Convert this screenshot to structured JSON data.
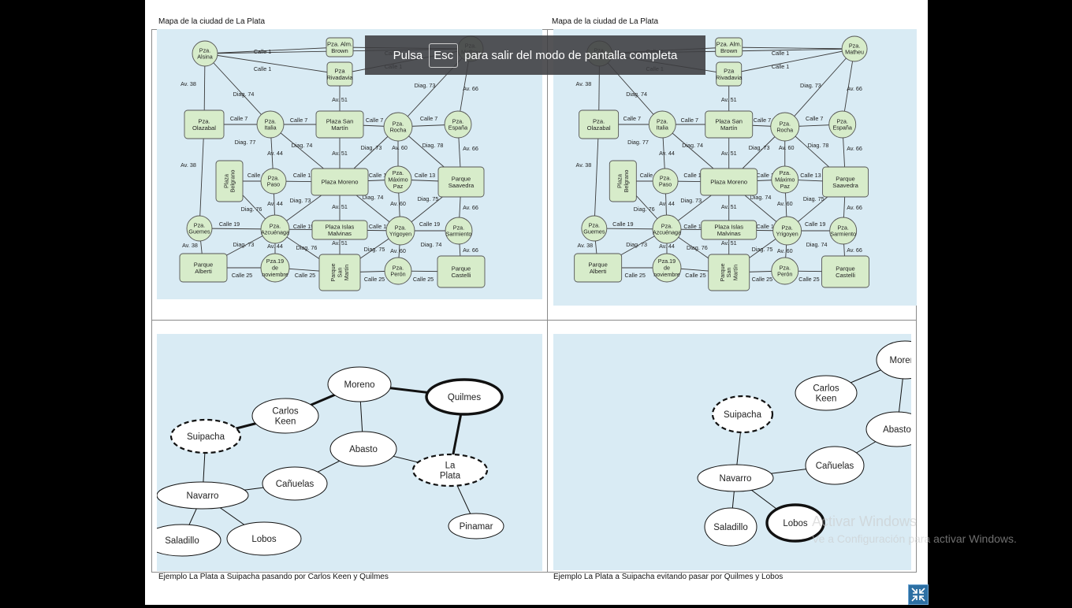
{
  "document": {
    "captions": {
      "top_left": "Mapa de la ciudad de La Plata",
      "top_right": "Mapa de la ciudad de La Plata",
      "bottom_left": "Ejemplo La Plata a Suipacha pasando por Carlos Keen y Quilmes",
      "bottom_right": "Ejemplo La Plata a Suipacha evitando pasar por Quilmes y Lobos"
    },
    "city_map": {
      "nodes": {
        "alsina": "Pza. Alsina",
        "almbrown": "Pza. Alm. Brown",
        "matheu": "Pza. Matheu",
        "rivadavia": "Pza Rivadavia",
        "olazabal": "Pza. Olazabal",
        "italia": "Pza. Italia",
        "sanmartin": "Plaza San Martín",
        "rocha": "Pza. Rocha",
        "espana": "Pza. España",
        "belgrano": "Plaza Belgrano",
        "paso": "Pza. Paso",
        "moreno": "Plaza Moreno",
        "maximopaz": "Pza. Máximo Paz",
        "saavedra": "Parque Saavedra",
        "guemes": "Pza. Guemes",
        "azcuenaga": "Pza. Azcuénaga",
        "malvinas": "Plaza Islas Malvinas",
        "yrigoyen": "Pza. Yrigoyen",
        "sarmiento": "Pza. Sarmiento",
        "alberti": "Parque Alberti",
        "noviembre": "Pza.19 de noviembre",
        "psanmartin": "Parque San Martín",
        "peron": "Pza. Perón",
        "castelli": "Parque Castelli"
      },
      "street_labels": {
        "calle1": "Calle 1",
        "calle7": "Calle 7",
        "calle13": "Calle 13",
        "calle19": "Calle 19",
        "calle25": "Calle 25",
        "av38": "Av. 38",
        "av44": "Av. 44",
        "av51": "Av. 51",
        "av60": "Av. 60",
        "av66": "Av. 66",
        "diag73": "Diag. 73",
        "diag74": "Diag. 74",
        "diag75": "Diag. 75",
        "diag76": "Diag. 76",
        "diag77": "Diag. 77",
        "diag78": "Diag. 78"
      }
    },
    "route_graph": {
      "nodes": {
        "moreno": "Moreno",
        "quilmes": "Quilmes",
        "carloskeen": "Carlos Keen",
        "suipacha": "Suipacha",
        "abasto": "Abasto",
        "laplata": "La Plata",
        "canuelas": "Cañuelas",
        "navarro": "Navarro",
        "saladillo": "Saladillo",
        "lobos": "Lobos",
        "pinamar": "Pinamar"
      }
    },
    "colors": {
      "panel_bg": "#d9ebf4",
      "node_fill": "#d7ecca",
      "node_stroke": "#555555"
    }
  },
  "fullscreen_banner": {
    "prefix": "Pulsa",
    "key": "Esc",
    "suffix": "para salir del modo de pantalla completa"
  },
  "watermark": {
    "line1": "Activar Windows",
    "line2": "Ve a Configuración para activar Windows."
  },
  "controls": {
    "exit_fullscreen_icon": "collapse-arrows-icon"
  }
}
